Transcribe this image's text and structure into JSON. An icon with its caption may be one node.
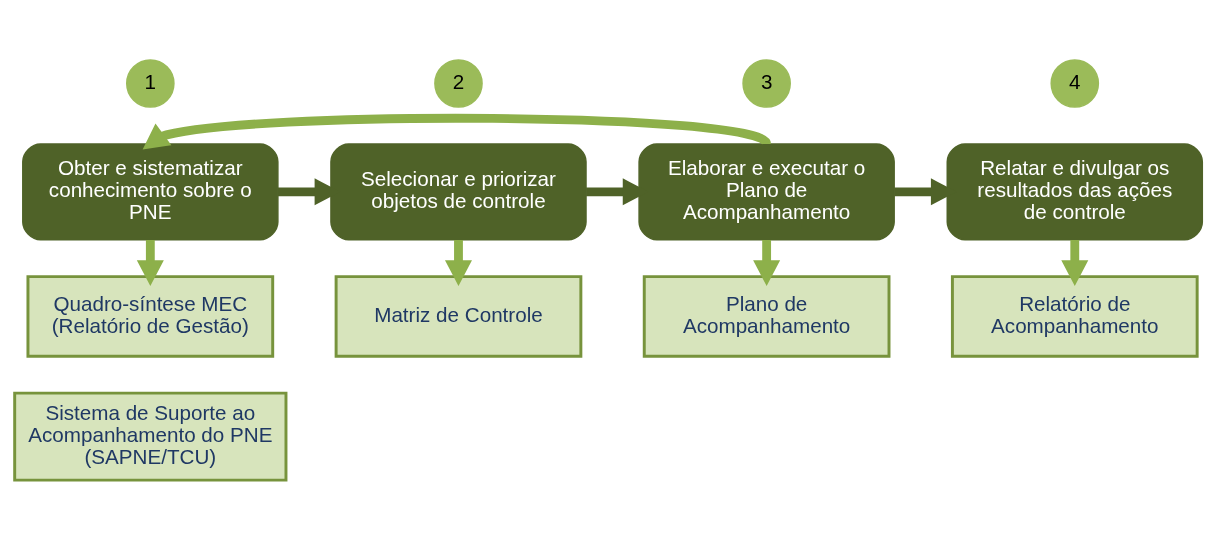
{
  "diagram": {
    "nodes": [
      {
        "text": [
          "1"
        ]
      },
      {
        "text": [
          "Obter e sistematizar conhecimento sobre o PNE"
        ]
      },
      {
        "text": [
          "2"
        ]
      },
      {
        "text": [
          "Selecionar e priorizar objetos de controle"
        ]
      },
      {
        "text": [
          "3"
        ]
      },
      {
        "text": [
          "Elaborar e executar o Plano de Acompanhamento"
        ]
      },
      {
        "text": [
          "4"
        ]
      },
      {
        "text": [
          "Relatar e divulgar os resultados das ações de controle"
        ]
      },
      {
        "text": [
          "Quadro-síntese MEC (Relatório de Gestão)"
        ]
      },
      {
        "text": [
          "Sistema de Suporte ao Acompanhamento do PNE (SAPNE/TCU)"
        ]
      },
      {
        "text": [
          "Matriz de Controle"
        ]
      },
      {
        "text": [
          "Plano de Acompanhamento"
        ]
      },
      {
        "text": [
          "Relatório de Acompanhamento"
        ]
      }
    ],
    "edges": [
      {
        "from": 1,
        "to": 3,
        "arrow": "to",
        "color": "#4f6228"
      },
      {
        "from": 3,
        "to": 5,
        "arrow": "to",
        "color": "#4f6228"
      },
      {
        "from": 5,
        "to": 7,
        "arrow": "to",
        "color": "#4f6228"
      },
      {
        "from": 5,
        "to": 1,
        "arrow": "to"
      },
      {
        "from": 1,
        "to": 8,
        "arrow": "to"
      },
      {
        "from": 3,
        "to": 10,
        "arrow": "to"
      },
      {
        "from": 5,
        "to": 11,
        "arrow": "to"
      },
      {
        "from": 7,
        "to": 12,
        "arrow": "to"
      }
    ]
  }
}
